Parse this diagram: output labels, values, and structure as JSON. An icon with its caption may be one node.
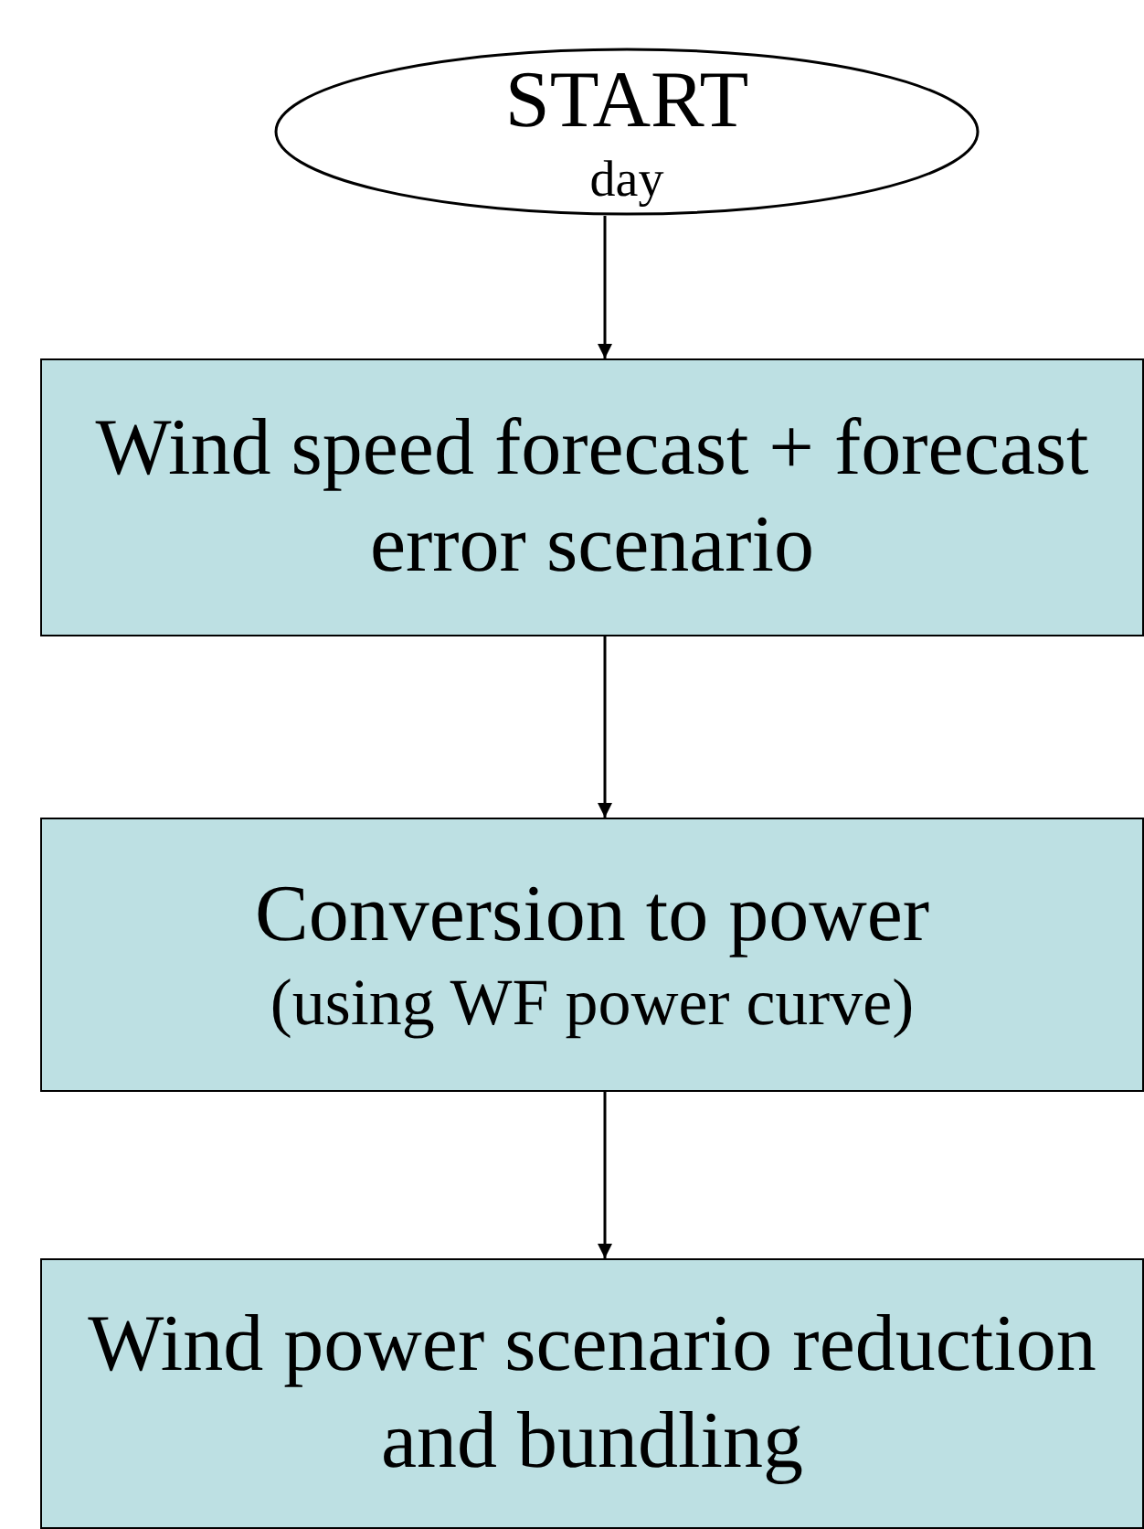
{
  "diagram": {
    "nodes": [
      {
        "text": [
          "START",
          "day"
        ]
      },
      {
        "text": [
          "Wind speed forecast + forecast error scenario"
        ]
      },
      {
        "text": [
          "Conversion to power",
          "(using WF power curve)"
        ]
      },
      {
        "text": [
          "Wind power scenario reduction and bundling"
        ]
      }
    ],
    "edges": [
      {
        "from": 0,
        "to": 1,
        "arrow": "to"
      },
      {
        "from": 1,
        "to": 2,
        "arrow": "to"
      },
      {
        "from": 2,
        "to": 3,
        "arrow": "to"
      }
    ]
  }
}
